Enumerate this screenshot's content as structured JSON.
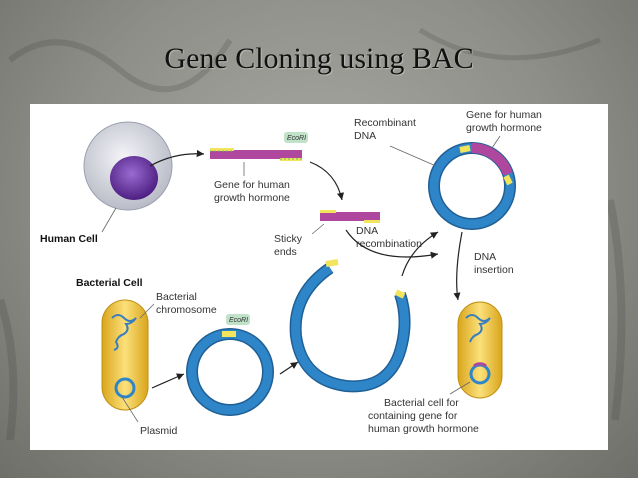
{
  "slide": {
    "title": "Gene Cloning using BAC"
  },
  "diagram": {
    "human_cell": "Human Cell",
    "bacterial_cell": "Bacterial Cell",
    "bacterial_chromosome_line1": "Bacterial",
    "bacterial_chromosome_line2": "chromosome",
    "plasmid": "Plasmid",
    "ecori": "EcoRI",
    "gene_line1": "Gene for human",
    "gene_line2": "growth hormone",
    "sticky_line1": "Sticky",
    "sticky_line2": "ends",
    "dna_recomb_line1": "DNA",
    "dna_recomb_line2": "recombination",
    "recombinant_line1": "Recombinant",
    "recombinant_line2": "DNA",
    "gene_top_line1": "Gene for human",
    "gene_top_line2": "growth hormone",
    "dna_insertion_line1": "DNA",
    "dna_insertion_line2": "insertion",
    "result_line1": "Bacterial cell for",
    "result_line2": "containing gene for",
    "result_line3": "human growth hormone"
  },
  "colors": {
    "plasmid_blue": "#2e86c8",
    "gene_magenta": "#b0479e",
    "bacteria_yellow": "#f2c230",
    "nucleus_purple": "#6a2f9e"
  }
}
